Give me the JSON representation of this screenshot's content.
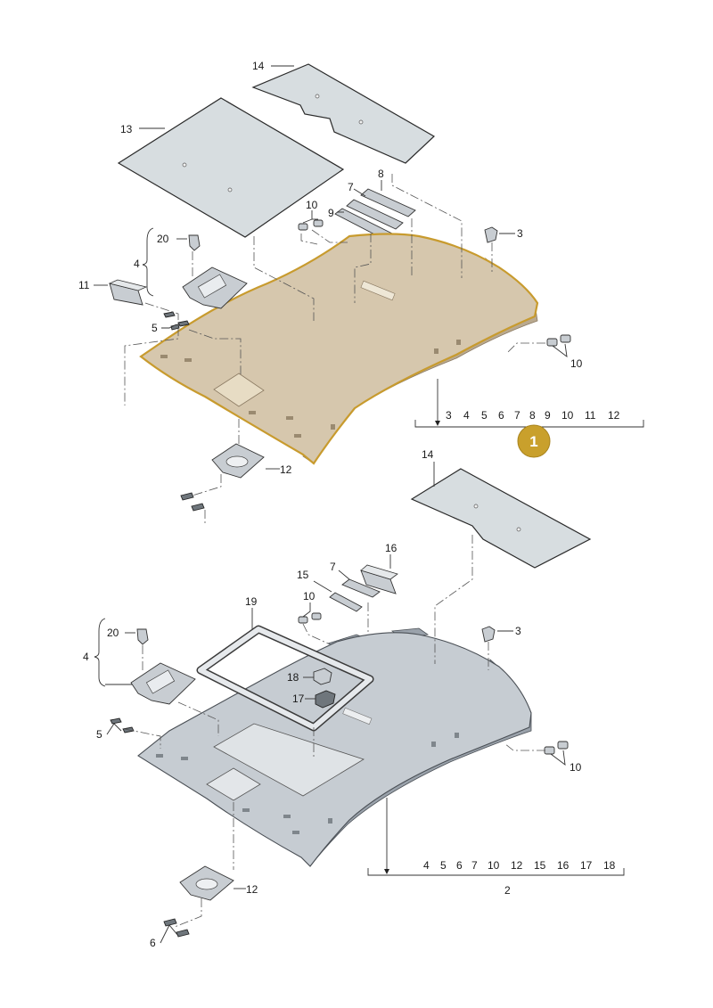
{
  "badge": {
    "label": "1",
    "color": "#c9a02c"
  },
  "colors": {
    "highlight_outline": "#c89b2e",
    "highlight_fill": "#d6c7ad",
    "panel_fill": "#d7dde0"
  },
  "top_group": {
    "callouts": {
      "c14": "14",
      "c13": "13",
      "c8": "8",
      "c7": "7",
      "c9": "9",
      "c10a": "10",
      "c3": "3",
      "c20": "20",
      "c4": "4",
      "c11": "11",
      "c5": "5",
      "c10b": "10",
      "c12": "12"
    },
    "variant_numbers": [
      "3",
      "4",
      "5",
      "6",
      "7",
      "8",
      "9",
      "10",
      "11",
      "12"
    ]
  },
  "bottom_group": {
    "callouts": {
      "c14": "14",
      "c16": "16",
      "c7": "7",
      "c15": "15",
      "c10a": "10",
      "c19": "19",
      "c3": "3",
      "c20": "20",
      "c4": "4",
      "c18": "18",
      "c17": "17",
      "c5": "5",
      "c10b": "10",
      "c12": "12",
      "c6": "6"
    },
    "variant_numbers": [
      "4",
      "5",
      "6",
      "7",
      "10",
      "12",
      "15",
      "16",
      "17",
      "18"
    ],
    "variant_label": "2"
  }
}
